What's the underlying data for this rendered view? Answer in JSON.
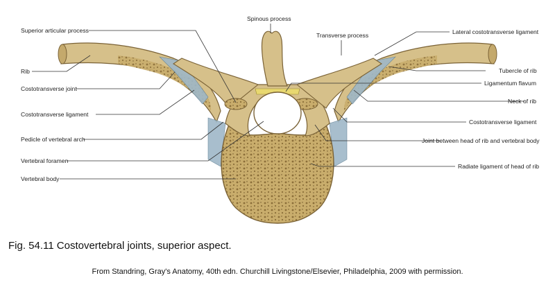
{
  "labels": {
    "spinous_process": "Spinous process",
    "superior_articular_process": "Superior articular process",
    "transverse_process": "Transverse process",
    "lateral_costotransverse_ligament": "Lateral costotransverse ligament",
    "rib": "Rib",
    "tubercle_of_rib": "Tubercle of rib",
    "costotransverse_joint": "Costotransverse joint",
    "ligamentum_flavum": "Ligamentum flavum",
    "neck_of_rib": "Neck of rib",
    "costotransverse_ligament_left": "Costotransverse ligament",
    "costotransverse_ligament_right": "Costotransverse ligament",
    "pedicle_of_vertebral_arch": "Pedicle of vertebral arch",
    "joint_head_rib_vertebral_body": "Joint between head of rib and vertebral body",
    "vertebral_foramen": "Vertebral foramen",
    "radiate_ligament": "Radiate ligament of head of rib",
    "vertebral_body": "Vertebral body"
  },
  "caption": "Fig. 54.11 Costovertebral joints, superior aspect.",
  "credit": "From Standring, Gray's Anatomy, 40th edn. Churchill Livingstone/Elsevier, Philadelphia, 2009 with permission.",
  "colors": {
    "bone": "#d6c08a",
    "bone_dark": "#a8894e",
    "cancellous": "#b89a5a",
    "ligament": "#9fb8c8",
    "cartilage": "#e8d870"
  }
}
